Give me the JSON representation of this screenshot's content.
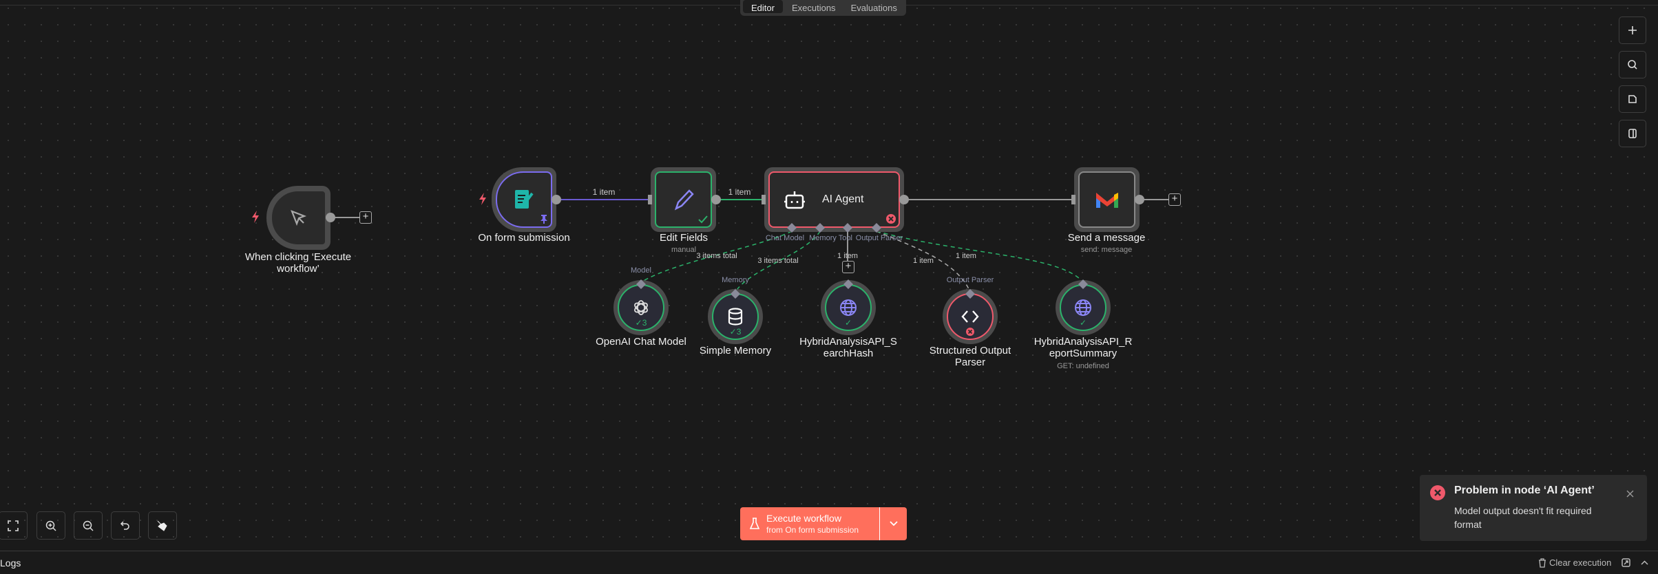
{
  "tabs": [
    {
      "label": "Editor",
      "active": true
    },
    {
      "label": "Executions"
    },
    {
      "label": "Evaluations"
    }
  ],
  "right_toolbar": [
    "plus-icon",
    "search-icon",
    "sticky-note-icon",
    "panel-icon"
  ],
  "nodes": {
    "manual_trigger": {
      "label_line1": "When clicking ‘Execute",
      "label_line2": "workflow’"
    },
    "form": {
      "label": "On form submission"
    },
    "edit": {
      "label": "Edit Fields",
      "subtitle": "manual"
    },
    "agent": {
      "label": "AI Agent",
      "ports": [
        "Chat Model",
        "Memory",
        "Tool",
        "Output Parser"
      ]
    },
    "gmail": {
      "label": "Send a message",
      "subtitle": "send: message"
    },
    "openai": {
      "label": "OpenAI Chat Model",
      "handle": "Model",
      "count": "3"
    },
    "memory": {
      "label": "Simple Memory",
      "handle": "Memory",
      "count": "3"
    },
    "search": {
      "label_line1": "HybridAnalysisAPI_S",
      "label_line2": "earchHash"
    },
    "parser": {
      "label_line1": "Structured Output",
      "label_line2": "Parser",
      "handle": "Output Parser"
    },
    "report": {
      "label_line1": "HybridAnalysisAPI_R",
      "label_line2": "eportSummary",
      "subtitle": "GET: undefined"
    }
  },
  "edges": {
    "form_edit": "1 item",
    "edit_agent": "1 item",
    "model": "3 items total",
    "memory": "3 items total",
    "tool": "1 item",
    "parser": "1 item",
    "report": "1 item"
  },
  "execute": {
    "title": "Execute workflow",
    "subtitle": "from On form submission"
  },
  "toast": {
    "title": "Problem in node ‘AI Agent’",
    "message": "Model output doesn't fit required format"
  },
  "logs": {
    "label": "Logs",
    "clear": "Clear execution"
  },
  "colors": {
    "accent": "#ff6f5c",
    "success": "#2bb36b",
    "error": "#f0596b",
    "form": "#7b6cf0"
  }
}
